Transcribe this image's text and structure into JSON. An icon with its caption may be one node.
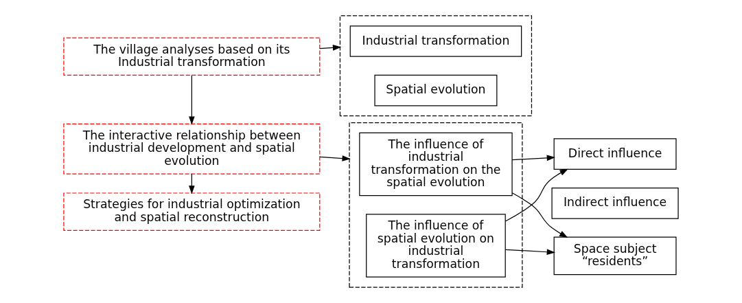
{
  "diagram": {
    "nodes": [
      {
        "text": [
          "The village analyses based on its Industrial transformation"
        ]
      },
      {
        "text": [],
        "shape": "box"
      },
      {
        "text": [
          "Industrial transformation"
        ],
        "in": 1
      },
      {
        "text": [
          "Spatial evolution"
        ],
        "in": 1
      },
      {
        "text": [
          "The interactive relationship between industrial development and spatial evolution"
        ]
      },
      {
        "text": [],
        "shape": "box"
      },
      {
        "text": [
          "The influence of industrial transformation on the spatial evolution"
        ],
        "in": 5
      },
      {
        "text": [
          "The influence of spatial evolution on industrial transformation"
        ],
        "in": 5
      },
      {
        "text": [
          "Strategies for industrial optimization and spatial reconstruction"
        ]
      },
      {
        "text": [
          "Direct influence"
        ]
      },
      {
        "text": [
          "Indirect influence"
        ]
      },
      {
        "text": [
          "Space subject “residents”"
        ]
      }
    ],
    "edges": [
      {
        "from": 0,
        "to": 1,
        "arrow": "to"
      },
      {
        "from": 0,
        "to": 4,
        "arrow": "to"
      },
      {
        "from": 4,
        "to": 5,
        "arrow": "to"
      },
      {
        "from": 4,
        "to": 8,
        "arrow": "to"
      },
      {
        "from": 6,
        "to": 9,
        "arrow": "to"
      },
      {
        "from": 6,
        "to": 11,
        "arrow": "to"
      },
      {
        "from": 7,
        "to": 9,
        "arrow": "to"
      },
      {
        "from": 7,
        "to": 11,
        "arrow": "to"
      }
    ]
  }
}
